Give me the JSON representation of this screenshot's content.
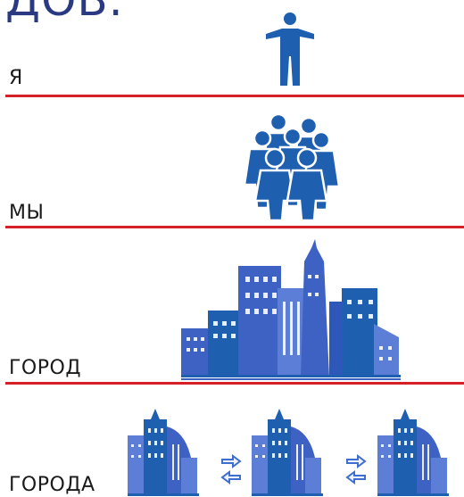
{
  "heading": {
    "text": "ДОВ."
  },
  "levels": [
    {
      "label": "Я"
    },
    {
      "label": "МЫ"
    },
    {
      "label": "ГОРОД"
    },
    {
      "label": "ГОРОДА"
    }
  ],
  "colors": {
    "heading": "#2a3a82",
    "rule": "#d62028",
    "icon": "#1f5fb0",
    "building_light": "#5c7ed6",
    "arrow": "#3d6ed0"
  },
  "icons": [
    "person-icon",
    "crowd-icon",
    "city-icon",
    "cities-exchange-icon"
  ]
}
